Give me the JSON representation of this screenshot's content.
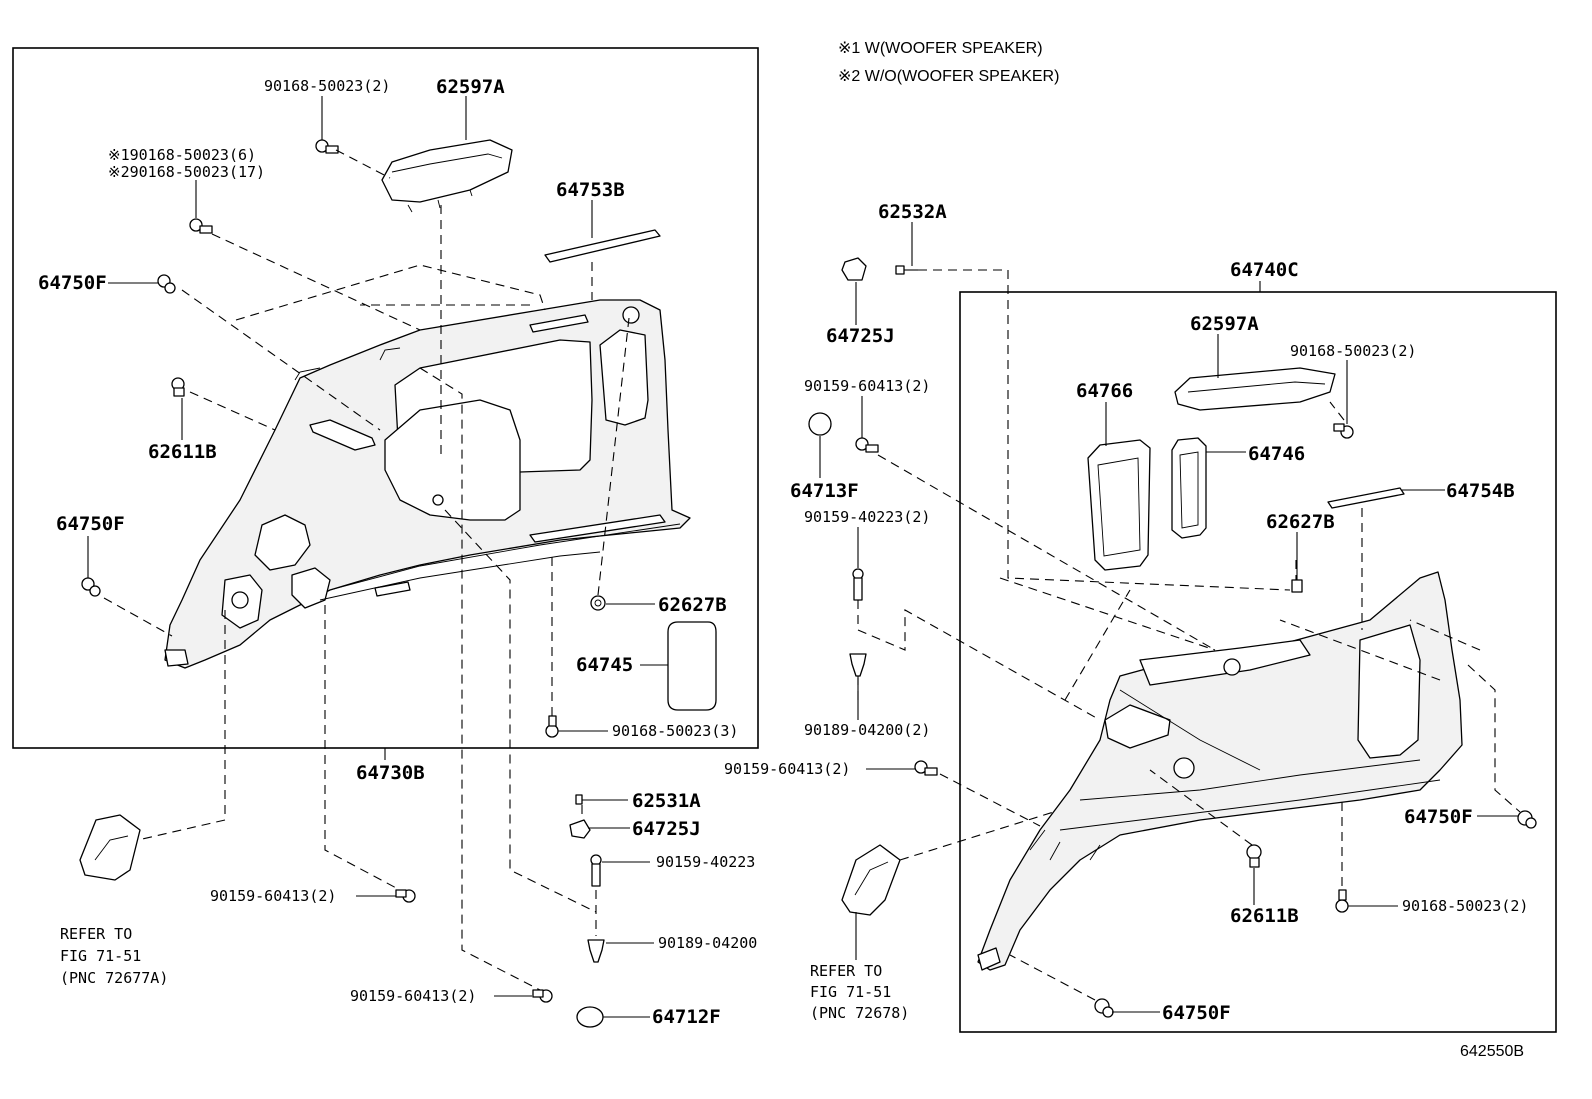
{
  "notes": [
    "※1 W(WOOFER SPEAKER)",
    "※2 W/O(WOOFER SPEAKER)"
  ],
  "figure_id": "642550B",
  "left_group": {
    "assembly": "64730B",
    "labels": {
      "screw_62597a_side": "90168-50023(2)",
      "trim_62597a": "62597A",
      "screw_note1": "※190168-50023(6)",
      "screw_note2": "※290168-50023(17)",
      "strip_64753b": "64753B",
      "clip_64750f_top": "64750F",
      "clip_62611b": "62611B",
      "clip_64750f_mid": "64750F",
      "clip_62627b": "62627B",
      "pad_64745": "64745",
      "screw_bottom": "90168-50023(3)"
    }
  },
  "center": {
    "labels": {
      "bolt_62532a": "62532A",
      "clip_64725j_top": "64725J",
      "screw_90159_60413_top": "90159-60413(2)",
      "clip_64713f": "64713F",
      "screw_90159_40223": "90159-40223(2)",
      "clip_90189_04200": "90189-04200(2)",
      "screw_90159_60413_mid": "90159-60413(2)",
      "bolt_62531a": "62531A",
      "clip_64725j_bottom": "64725J",
      "screw_90159_40223_single": "90159-40223",
      "clip_90189_04200_single": "90189-04200",
      "plug_64712f": "64712F",
      "screw_90159_60413_bottom": "90159-60413(2)",
      "screw_90159_60413_left": "90159-60413(2)"
    },
    "refer_left": [
      "REFER TO",
      "FIG 71-51",
      "(PNC 72677A)"
    ],
    "refer_right": [
      "REFER TO",
      "FIG 71-51",
      "(PNC 72678)"
    ]
  },
  "right_group": {
    "assembly": "64740C",
    "labels": {
      "trim_62597a": "62597A",
      "screw_top": "90168-50023(2)",
      "panel_64766": "64766",
      "cover_64746": "64746",
      "strip_64754b": "64754B",
      "clip_62627b": "62627B",
      "clip_64750f_right": "64750F",
      "clip_62611b": "62611B",
      "screw_bottom": "90168-50023(2)",
      "clip_64750f_bottom": "64750F"
    }
  }
}
